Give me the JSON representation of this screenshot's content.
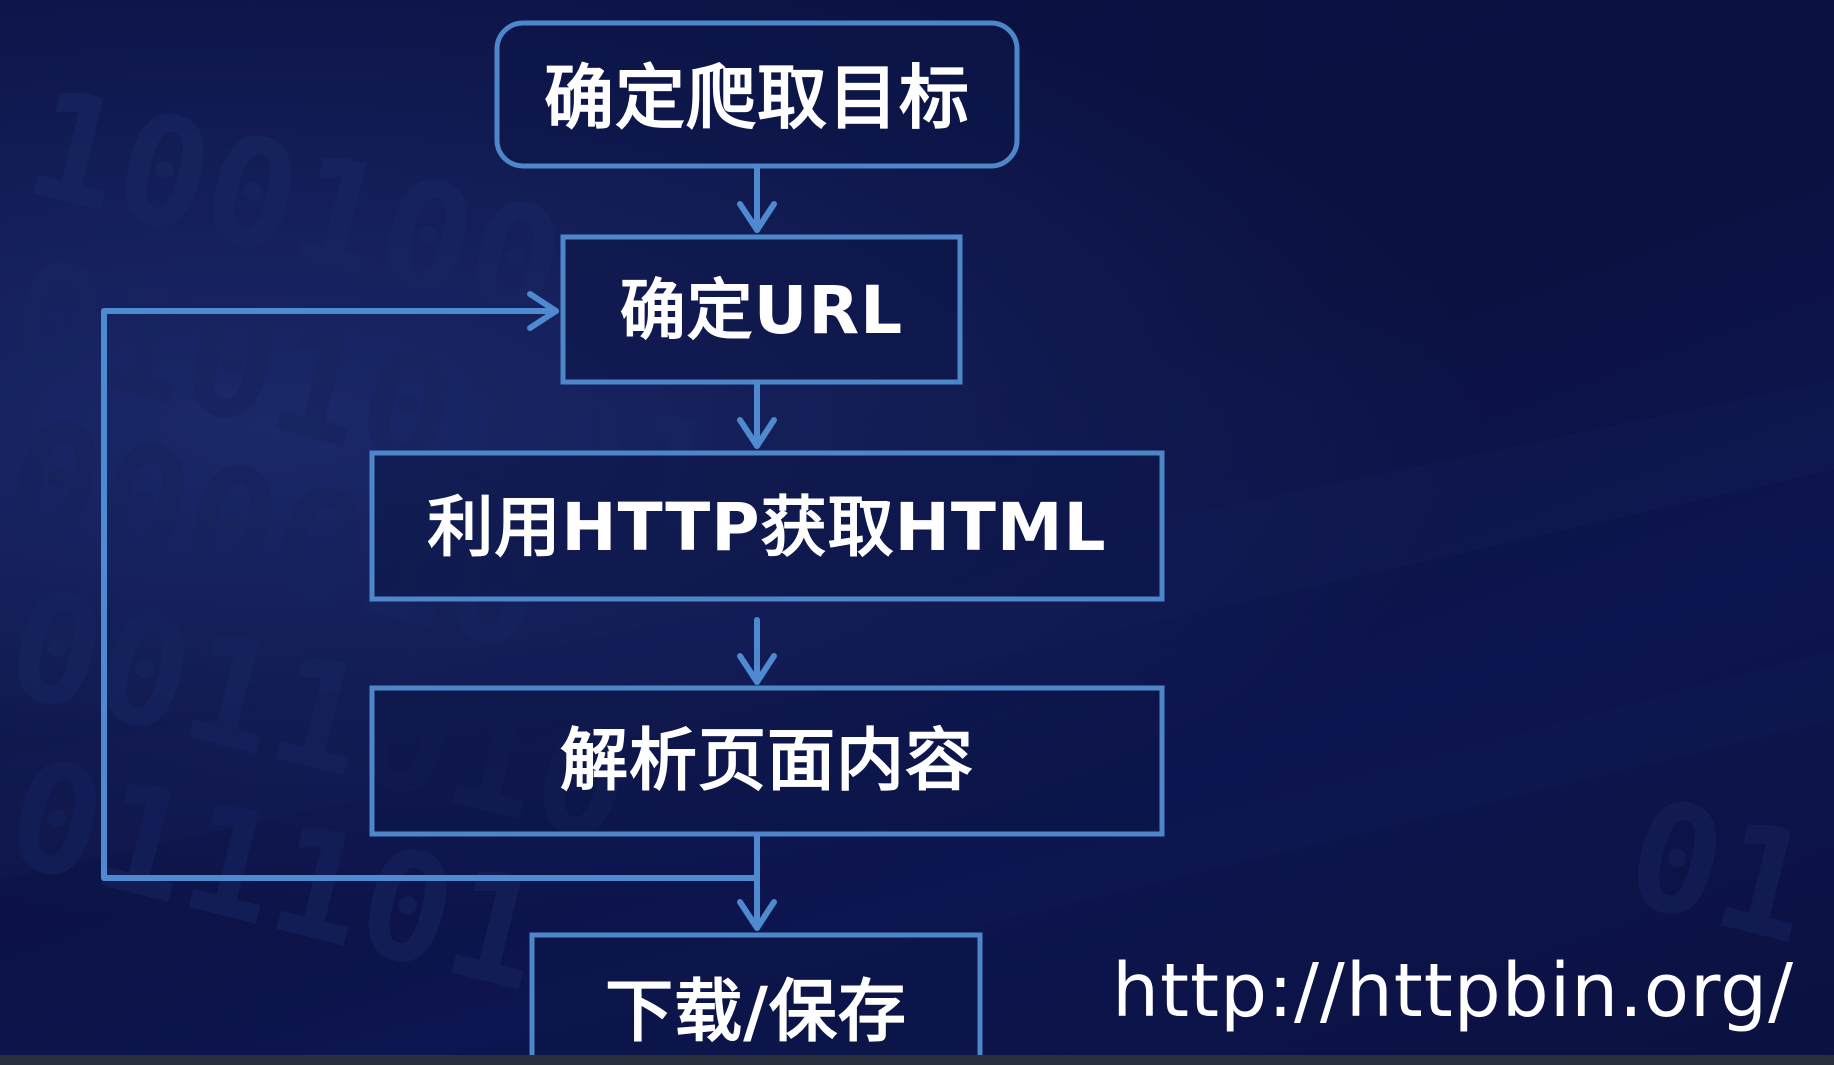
{
  "flowchart": {
    "nodes": [
      {
        "id": "goal",
        "label": "确定爬取目标",
        "shape": "rounded"
      },
      {
        "id": "url",
        "label": "确定URL",
        "shape": "rect"
      },
      {
        "id": "fetch",
        "label": "利用HTTP获取HTML",
        "shape": "rect"
      },
      {
        "id": "parse",
        "label": "解析页面内容",
        "shape": "rect"
      },
      {
        "id": "save",
        "label": "下载/保存",
        "shape": "rect"
      }
    ],
    "edges": [
      {
        "from": "goal",
        "to": "url"
      },
      {
        "from": "url",
        "to": "fetch"
      },
      {
        "from": "fetch",
        "to": "parse"
      },
      {
        "from": "parse",
        "to": "save"
      },
      {
        "from": "parse",
        "to": "url",
        "kind": "loop-back"
      }
    ]
  },
  "footer": {
    "url": "http://httpbin.org/"
  },
  "colors": {
    "background": "#0b1245",
    "box_stroke": "#4d86c9",
    "box_fill": "#0d1547",
    "arrow": "#4f89cf",
    "text": "#ffffff",
    "digit_watermark": "#1e2b6e"
  }
}
